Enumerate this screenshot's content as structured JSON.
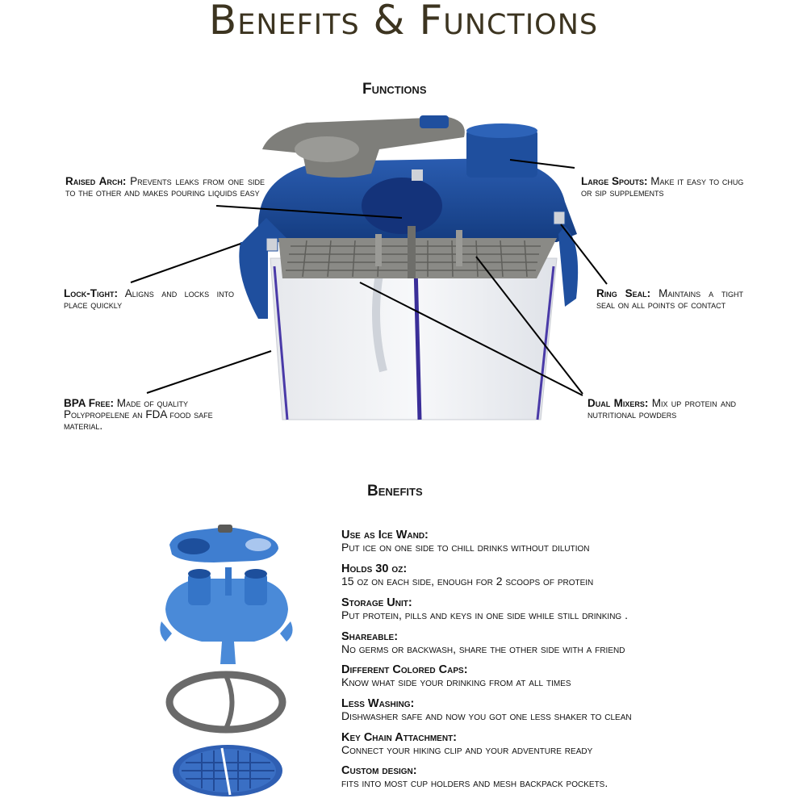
{
  "title": "Benefits & Functions",
  "functions": {
    "heading": "Functions",
    "callouts": [
      {
        "id": "raised-arch",
        "title": "Raised Arch:",
        "text": "Prevents leaks from one side to the other and makes pouring liquids easy"
      },
      {
        "id": "large-spouts",
        "title": "Large Spouts:",
        "text": "Make it easy to chug or sip supplements"
      },
      {
        "id": "lock-tight",
        "title": "Lock-Tight:",
        "text": "Aligns and locks into place quickly"
      },
      {
        "id": "ring-seal",
        "title": "Ring Seal:",
        "text": "Maintains a tight seal on all points of contact"
      },
      {
        "id": "bpa-free",
        "title": "BPA Free:",
        "text": "Made of quality Polypropelene an FDA food safe material."
      },
      {
        "id": "dual-mixers",
        "title": "Dual Mixers:",
        "text": "Mix up protein and nutritional powders"
      }
    ]
  },
  "benefits": {
    "heading": "Benefits",
    "items": [
      {
        "title": "Use as Ice Wand:",
        "text": "Put ice on one side to chill drinks without dilution"
      },
      {
        "title": "Holds 30 oz:",
        "text": "15 oz on each side, enough for 2 scoops of protein"
      },
      {
        "title": "Storage Unit:",
        "text": "Put protein, pills and keys in one side while still drinking ."
      },
      {
        "title": "Shareable:",
        "text": "No germs or backwash, share the other side with a friend"
      },
      {
        "title": "Different Colored Caps:",
        "text": "Know what side your drinking from at all times"
      },
      {
        "title": "Less Washing:",
        "text": "Dishwasher safe and now you got one less shaker to clean"
      },
      {
        "title": "Key Chain Attachment:",
        "text": "Connect your hiking clip and your adventure ready"
      },
      {
        "title": "Custom design:",
        "text": "fits into most cup holders and mesh backpack pockets."
      }
    ]
  },
  "colors": {
    "title": "#3c3420",
    "blue": "#1d4f9c",
    "lightBlue": "#3f7ed0",
    "gray": "#7c7c78",
    "ring": "#6a6a6a"
  }
}
